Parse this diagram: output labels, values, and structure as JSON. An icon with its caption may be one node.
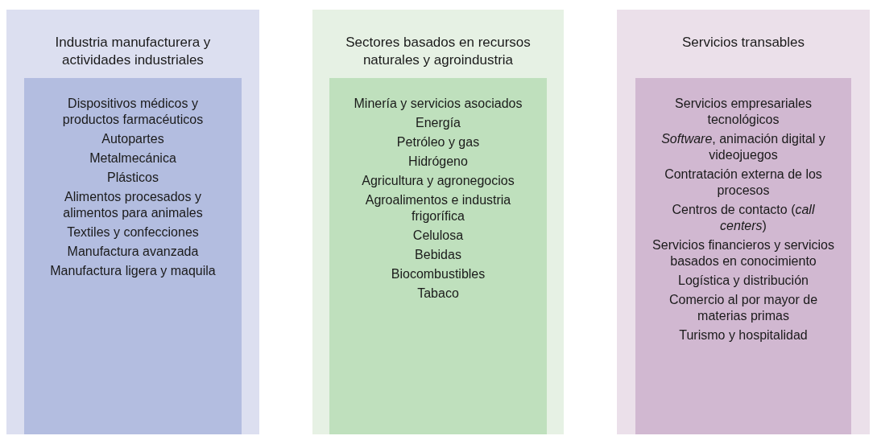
{
  "diagram": {
    "nodes": [
      {
        "text": [
          "Industria manufacturera y actividades industriales"
        ]
      },
      {
        "text": [
          "Dispositivos médicos y productos farmacéuticos",
          "Autopartes",
          "Metalmecánica",
          "Plásticos",
          "Alimentos procesados y alimentos para animales",
          "Textiles y confecciones",
          "Manufactura avanzada",
          "Manufactura ligera y maquila"
        ],
        "in": 0
      },
      {
        "text": [
          "Sectores basados en recursos naturales y agroindustria"
        ]
      },
      {
        "text": [
          "Minería y servicios asociados",
          "Energía",
          "Petróleo y gas",
          "Hidrógeno",
          "Agricultura y agronegocios",
          "Agroalimentos e industria frigorífica",
          "Celulosa",
          "Bebidas",
          "Biocombustibles",
          "Tabaco"
        ],
        "in": 2
      },
      {
        "text": [
          "Servicios transables"
        ]
      },
      {
        "text": [
          "Servicios empresariales tecnológicos",
          "*Software*, animación digital y videojuegos",
          "Contratación externa de los procesos",
          "Centros de contacto (*call centers*)",
          "Servicios financieros y servicios basados en conocimiento",
          "Logística y distribución",
          "Comercio al por mayor de materias primas",
          "Turismo y hospitalidad"
        ],
        "in": 4
      }
    ]
  }
}
